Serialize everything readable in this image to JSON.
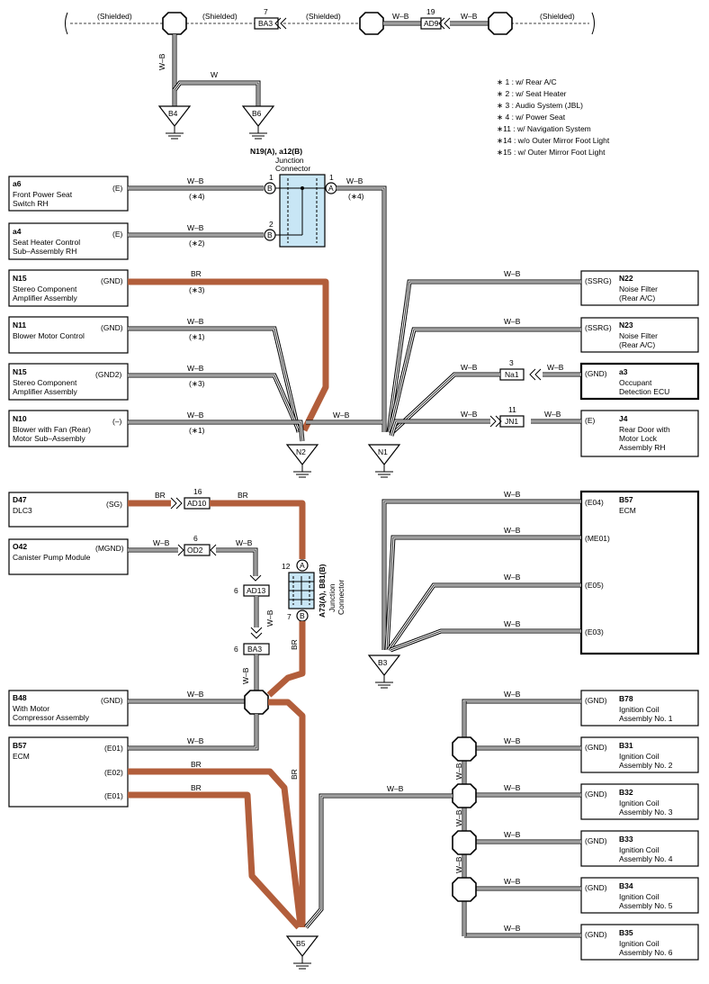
{
  "shield_labels": [
    "(Shielded)",
    "(Shielded)",
    "(Shielded)",
    "(Shielded)"
  ],
  "wire_colors": {
    "wb": "W–B",
    "br": "BR",
    "w": "W"
  },
  "colors": {
    "brown_wire": "#b25e3b",
    "junction_fill": "#c8e6f5"
  },
  "notes": [
    "∗ 1 : w/ Rear A/C",
    "∗ 2 : w/ Seat Heater",
    "∗ 3 : Audio System (JBL)",
    "∗ 4 : w/ Power Seat",
    "∗11 : w/ Navigation System",
    "∗14 : w/o Outer Mirror Foot Light",
    "∗15 : w/ Outer Mirror Foot Light"
  ],
  "connectors_top": [
    {
      "num": "7",
      "name": "BA3"
    },
    {
      "num": "19",
      "name": "AD9"
    }
  ],
  "grounds": [
    "B4",
    "B6",
    "N2",
    "N1",
    "B3",
    "B5"
  ],
  "junction1": {
    "title": "N19(A), a12(B)",
    "sub": "Junction\nConnector",
    "pins": [
      "1",
      "2",
      "1"
    ],
    "letters": [
      "B",
      "B",
      "A"
    ]
  },
  "junction2": {
    "title": "A73(A), B81(B)",
    "sub": "Junction\nConnector",
    "pins": [
      "12",
      "7"
    ],
    "letters": [
      "A",
      "B"
    ]
  },
  "left_components": [
    {
      "code": "a6",
      "name": "Front Power Seat\nSwitch RH",
      "pin": "(E)",
      "wire": "W–B",
      "note": "(∗4)"
    },
    {
      "code": "a4",
      "name": "Seat Heater Control\nSub–Assembly RH",
      "pin": "(E)",
      "wire": "W–B",
      "note": "(∗2)"
    },
    {
      "code": "N15",
      "name": "Stereo Component\nAmplifier Assembly",
      "pin": "(GND)",
      "wire": "BR",
      "note": "(∗3)"
    },
    {
      "code": "N11",
      "name": "Blower Motor Control",
      "pin": "(GND)",
      "wire": "W–B",
      "note": "(∗1)"
    },
    {
      "code": "N15",
      "name": "Stereo Component\nAmplifier Assembly",
      "pin": "(GND2)",
      "wire": "W–B",
      "note": "(∗3)"
    },
    {
      "code": "N10",
      "name": "Blower with Fan (Rear)\nMotor Sub–Assembly",
      "pin": "(–)",
      "wire": "W–B",
      "note": "(∗1)"
    },
    {
      "code": "D47",
      "name": "DLC3",
      "pin": "(SG)",
      "wire": "BR"
    },
    {
      "code": "O42",
      "name": "Canister Pump Module",
      "pin": "(MGND)",
      "wire": "W–B"
    },
    {
      "code": "B48",
      "name": "With Motor\nCompressor Assembly",
      "pin": "(GND)",
      "wire": "W–B"
    },
    {
      "code": "B57",
      "name": "ECM",
      "pins": [
        "(E01)",
        "(E02)",
        "(E01)"
      ]
    }
  ],
  "right_components": [
    {
      "code": "N22",
      "name": "Noise Filter\n(Rear A/C)",
      "pin": "(SSRG)",
      "wire": "W–B"
    },
    {
      "code": "N23",
      "name": "Noise Filter\n(Rear A/C)",
      "pin": "(SSRG)",
      "wire": "W–B"
    },
    {
      "code": "a3",
      "name": "Occupant\nDetection ECU",
      "pin": "(GND)",
      "wire": "W–B",
      "conn_num": "3",
      "conn": "Na1"
    },
    {
      "code": "J4",
      "name": "Rear Door with\nMotor Lock\nAssembly RH",
      "pin": "(E)",
      "wire": "W–B",
      "conn_num": "11",
      "conn": "JN1"
    },
    {
      "code": "B57",
      "name": "ECM",
      "pins": [
        "(E04)",
        "(ME01)",
        "(E05)",
        "(E03)"
      ]
    },
    {
      "code": "B78",
      "name": "Ignition Coil\nAssembly No. 1",
      "pin": "(GND)"
    },
    {
      "code": "B31",
      "name": "Ignition Coil\nAssembly No. 2",
      "pin": "(GND)"
    },
    {
      "code": "B32",
      "name": "Ignition Coil\nAssembly No. 3",
      "pin": "(GND)"
    },
    {
      "code": "B33",
      "name": "Ignition Coil\nAssembly No. 4",
      "pin": "(GND)"
    },
    {
      "code": "B34",
      "name": "Ignition Coil\nAssembly No. 5",
      "pin": "(GND)"
    },
    {
      "code": "B35",
      "name": "Ignition Coil\nAssembly No. 6",
      "pin": "(GND)"
    }
  ],
  "mid_connectors": [
    {
      "num": "16",
      "name": "AD10"
    },
    {
      "num": "6",
      "name": "OD2"
    },
    {
      "num": "6",
      "name": "AD13"
    },
    {
      "num": "6",
      "name": "BA3"
    }
  ]
}
